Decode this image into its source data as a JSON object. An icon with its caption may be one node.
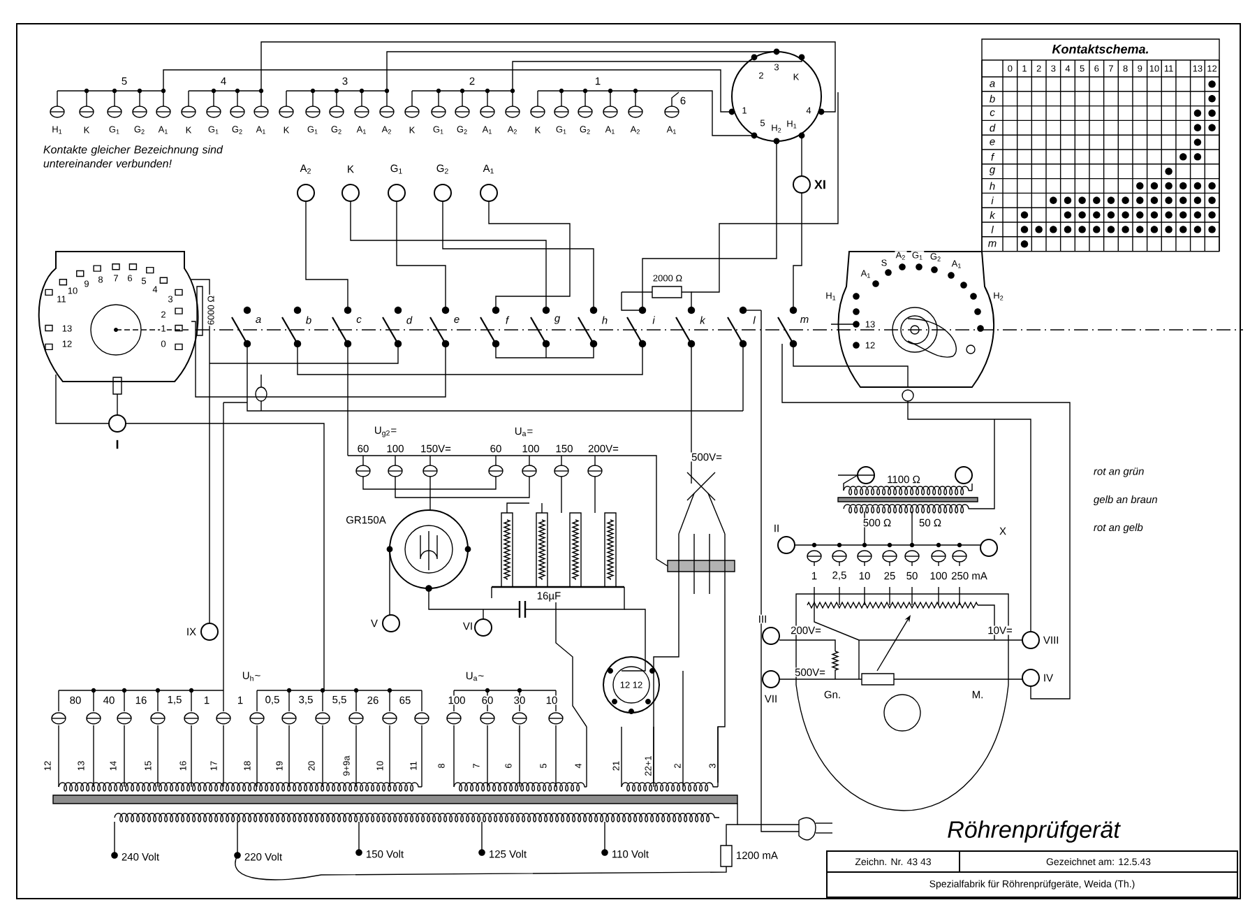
{
  "diagram": {
    "title": "Röhrenprüfgerät",
    "nodes": [
      {
        "text": [
          "Zeichn. Nr. 43 43"
        ]
      },
      {
        "text": [
          "Gezeichnet am: 12.5.43"
        ]
      },
      {
        "text": [
          "Spezialfabrik für Röhrenprüfgeräte, Weida (Th.)"
        ]
      }
    ],
    "labels": [
      "5",
      "4",
      "3",
      "2",
      "1",
      "6",
      "H$_{1}$",
      "K",
      "G$_{1}$",
      "G$_{2}$",
      "A$_{1}$",
      "K",
      "G$_{1}$",
      "G$_{2}$",
      "A$_{1}$",
      "K",
      "G$_{1}$",
      "G$_{2}$",
      "A$_{1}$",
      "A$_{2}$",
      "K",
      "G$_{1}$",
      "G$_{2}$",
      "A$_{1}$",
      "A$_{2}$",
      "K",
      "G$_{1}$",
      "G$_{2}$",
      "A$_{1}$",
      "A$_{2}$",
      "A$_{1}$",
      "2",
      "3",
      "K",
      "1",
      "4",
      "5",
      "H$_{2}$",
      "H$_{1}$",
      "Kontakte gleicher Bezeichnung sind untereinander verbunden!",
      "A$_{2}$",
      "K",
      "G$_{1}$",
      "G$_{2}$",
      "A$_{1}$",
      "XI",
      "11",
      "10",
      "9",
      "8",
      "7",
      "6",
      "5",
      "4",
      "3",
      "2",
      "1",
      "0",
      "13",
      "12",
      "6000 Ω",
      "a",
      "b",
      "c",
      "d",
      "e",
      "f",
      "g",
      "h",
      "i",
      "k",
      "l",
      "m",
      "2000 Ω",
      "A$_{1}$",
      "S",
      "A$_{2}$",
      "G$_{1}$",
      "G$_{2}$",
      "A$_{1}$",
      "H$_{1}$",
      "H$_{2}$",
      "13",
      "12",
      "Kontaktschema.",
      "0",
      "1",
      "2",
      "3",
      "4",
      "5",
      "6",
      "7",
      "8",
      "9",
      "10",
      "11",
      "13",
      "12",
      "a",
      "b",
      "c",
      "d",
      "e",
      "f",
      "g",
      "h",
      "i",
      "k",
      "l",
      "m",
      "I",
      "U$_{g2}$=",
      "60",
      "100",
      "150V=",
      "U$_{a}$=",
      "60",
      "100",
      "150",
      "200V=",
      "500V=",
      "GR150A",
      "16µF",
      "V",
      "VI",
      "IX",
      "U$_{h}$~",
      "80",
      "40",
      "16",
      "1,5",
      "1",
      "1",
      "0,5",
      "3,5",
      "5,5",
      "26",
      "65",
      "U$_{a}$~",
      "100",
      "60",
      "30",
      "10",
      "12",
      "13",
      "14",
      "15",
      "16",
      "17",
      "18",
      "19",
      "20",
      "9+9a",
      "10",
      "11",
      "8",
      "7",
      "6",
      "5",
      "4",
      "21",
      "22+1",
      "2",
      "3",
      "240 Volt",
      "220 Volt",
      "150 Volt",
      "125 Volt",
      "110 Volt",
      "1200 mA",
      "12 12",
      "1100 Ω",
      "500 Ω",
      "50 Ω",
      "II",
      "X",
      "1",
      "2,5",
      "10",
      "25",
      "50",
      "100",
      "250 mA",
      "III",
      "200V=",
      "VII",
      "500V=",
      "10V=",
      "VIII",
      "IV",
      "Gn.",
      "M.",
      "rot an grün",
      "gelb an braun",
      "rot an gelb"
    ]
  }
}
